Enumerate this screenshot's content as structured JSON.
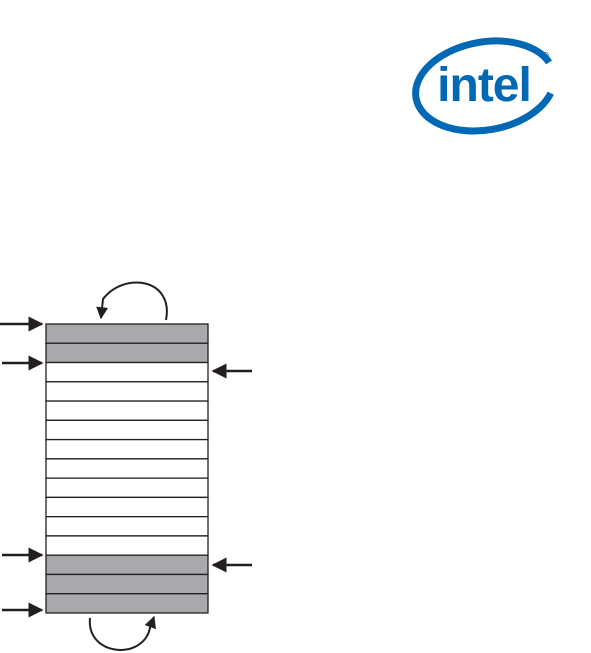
{
  "logo": {
    "text": "intel",
    "registered_mark": "®",
    "color": "#0068b5"
  },
  "buffer": {
    "slot_count": 15,
    "slot_states": [
      "filled",
      "filled",
      "empty",
      "empty",
      "empty",
      "empty",
      "empty",
      "empty",
      "empty",
      "empty",
      "empty",
      "empty",
      "filled",
      "filled",
      "filled"
    ],
    "filled_color": "#a7a9ac",
    "empty_color": "#ffffff"
  }
}
